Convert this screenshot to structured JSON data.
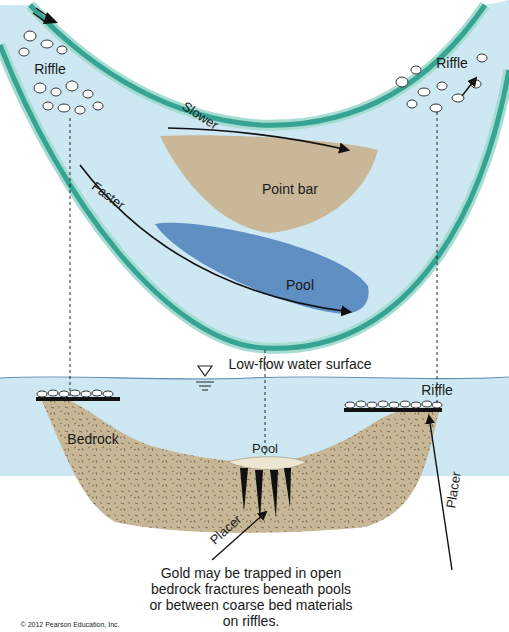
{
  "diagram": {
    "caption": "Gold may be trapped in open bedrock fractures beneath pools or between coarse bed materials on riffles.",
    "nodes": [
      {
        "text": [
          "Point bar"
        ]
      },
      {
        "text": [
          "Pool"
        ]
      },
      {
        "text": [
          "Bedrock"
        ]
      }
    ],
    "labels": [
      "Riffle",
      "Slower",
      "Faster",
      "Riffle",
      "Low-flow water surface",
      "Pool",
      "Riffle",
      "Placer",
      "Placer",
      "© 2012 Pearson Education, Inc."
    ]
  }
}
